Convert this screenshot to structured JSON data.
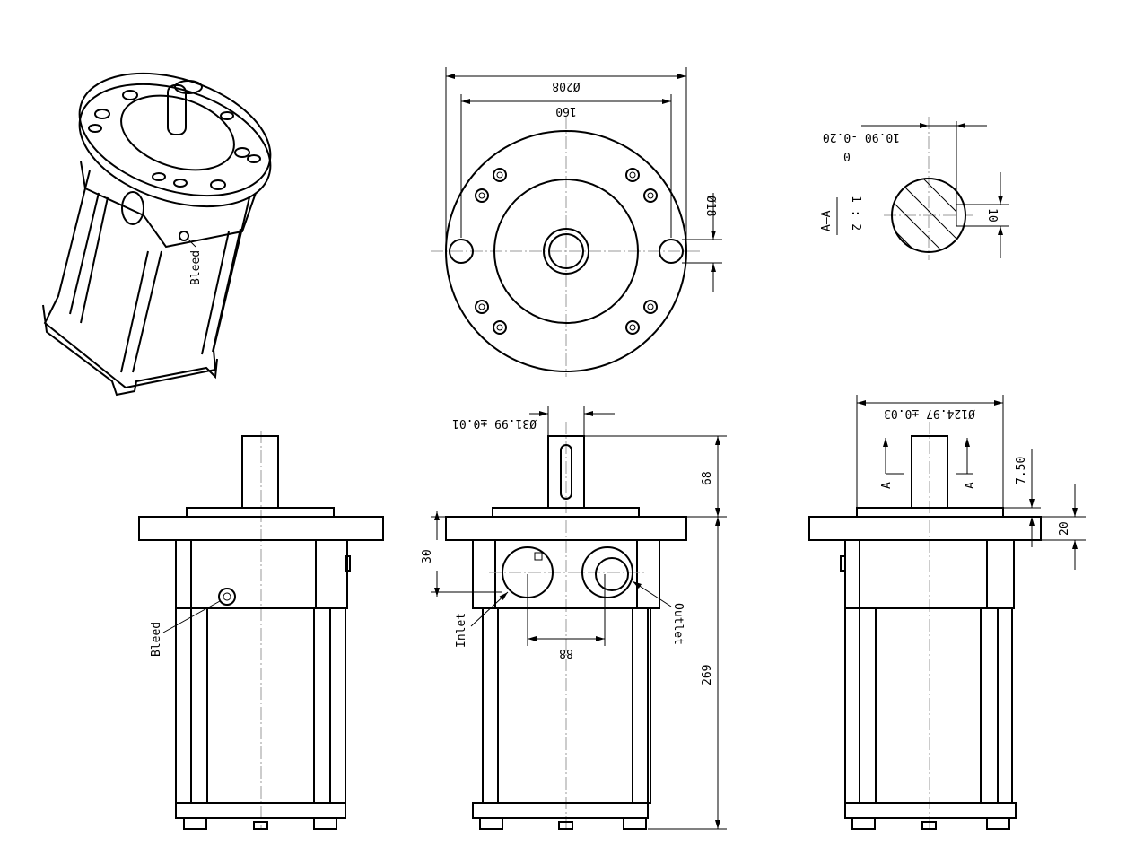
{
  "drawing": {
    "top_view": {
      "outer_diameter": "Ø208",
      "bolt_circle": "160",
      "hole_diameter": "Ø18"
    },
    "section": {
      "title": "A—A",
      "scale": "1 : 2",
      "key_width": "10.90  -0.20",
      "key_width_lower": "0",
      "key_height": "10"
    },
    "front_view": {
      "shaft_diameter": "Ø31.99 ±0.01",
      "shaft_length": "68",
      "port_offset": "30",
      "port_spacing": "88",
      "total_length": "269",
      "inlet_label": "Inlet",
      "outlet_label": "Outlet"
    },
    "side_view": {
      "pilot_diameter": "Ø124.97 ±0.03",
      "pilot_height": "7.50",
      "flange_thickness": "20",
      "section_mark_left": "A",
      "section_mark_right": "A"
    },
    "left_view": {
      "bleed_label": "Bleed"
    },
    "iso_view": {
      "bleed_label": "Bleed"
    }
  }
}
